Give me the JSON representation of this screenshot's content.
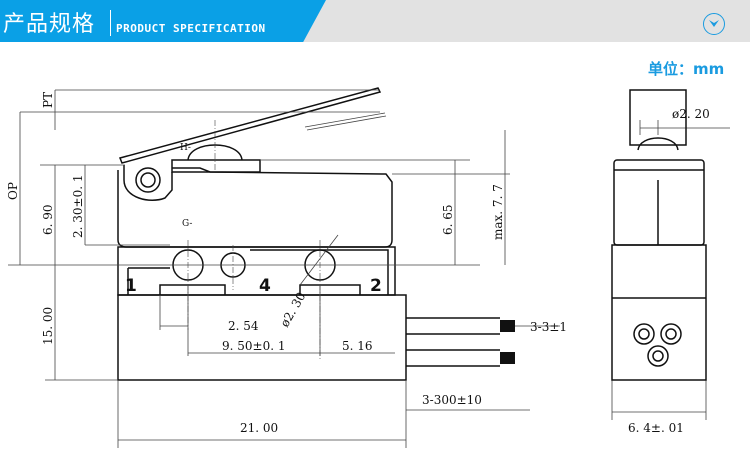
{
  "header": {
    "title_cn": "产品规格",
    "title_en": "PRODUCT SPECIFICATION",
    "expand_icon": "chevron-down-circle-icon",
    "accent_color": "#0aa0e6"
  },
  "unit_label": "单位：mm",
  "drawing": {
    "dims": {
      "pt": "PT",
      "op": "OP",
      "h690": "6. 90",
      "h230": "2. 30±0. 1",
      "h1500": "15. 00",
      "w2100": "21. 00",
      "w254": "2. 54",
      "w950": "9. 50±0. 1",
      "w516": "5. 16",
      "h665": "6. 65",
      "max77": "max. 7. 7",
      "d230": "ø2. 30",
      "d220": "ø2. 20",
      "wire_pin": "3-3±1",
      "wire_len": "3-300±10",
      "w64": "6. 4±. 01"
    },
    "marks": {
      "h": "H-",
      "g": "G-",
      "t1": "1",
      "t4": "4",
      "t2": "2"
    }
  }
}
